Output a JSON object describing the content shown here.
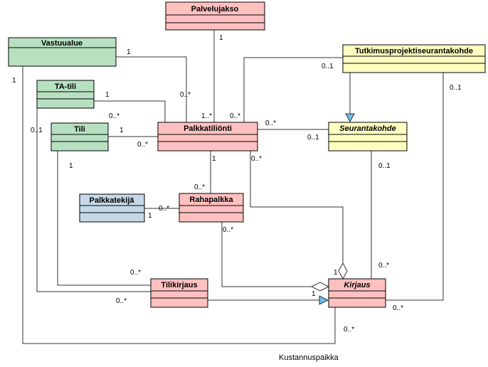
{
  "colors": {
    "red": "#ffc0c0",
    "green": "#b7e0c0",
    "yellow": "#ffffc0",
    "blue": "#c4d8e8",
    "inheritance_arrow": "#6cc0e8"
  },
  "classes": {
    "palvelujakso": "Palvelujakso",
    "vastuualue": "Vastuualue",
    "tutkimusprojektiseurantakohde": "Tutkimusprojektiseurantakohde",
    "ta_tili": "TA-tili",
    "tili": "Tili",
    "palkkatiliointi": "Palkkatiliönti",
    "seurantakohde": "Seurantakohde",
    "palkkatekija": "Palkkatekijä",
    "rahapalkka": "Rahapalkka",
    "tilikirjaus": "Tilikirjaus",
    "kirjaus": "Kirjaus"
  },
  "multiplicities": {
    "palvelujakso_end": "1",
    "palkkatiliointi_palvelujakso": "1..*",
    "vastuualue_end": "1",
    "palkkatiliointi_vastuualue": "0..*",
    "vastuualue_left": "1",
    "ta_tili_end": "1",
    "palkkatiliointi_ta_tili": "0..*",
    "ta_tili_left": "0..1",
    "tili_end": "1",
    "palkkatiliointi_tili": "0..*",
    "tili_down": "1",
    "tutkimus_left": "0..1",
    "palkkatiliointi_tutkimus": "0..*",
    "tutkimus_right": "0..1",
    "palkkatiliointi_seuranta": "0..*",
    "seuranta_end": "0..1",
    "palkkatiliointi_down": "1",
    "rahapalkka_top": "0..*",
    "palkkatiliointi_kirjaus": "0..*",
    "palkkatekija_end": "1",
    "rahapalkka_palkkatekija": "0..*",
    "rahapalkka_down": "0..*",
    "seurantakohde_down": "0..1",
    "kirjaus_seuranta": "0..*",
    "kirjaus_aggregate_top": "1",
    "tilikirjaus_top": "0..*",
    "tilikirjaus_left": "0..*",
    "kirjaus_aggregate_left": "1",
    "kirjaus_right": "0..*",
    "kirjaus_bottom": "0..*"
  },
  "caption": "Kustannuspaikka"
}
